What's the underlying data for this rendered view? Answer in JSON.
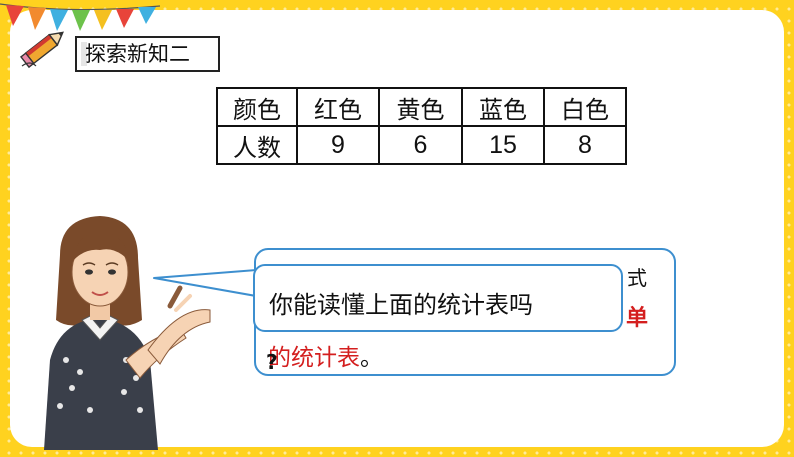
{
  "section_title": "探索新知二",
  "table": {
    "header_label": "颜色",
    "colors": [
      "红色",
      "黄色",
      "蓝色",
      "白色"
    ],
    "row_label": "人数",
    "counts": [
      "9",
      "6",
      "15",
      "8"
    ]
  },
  "bubble": {
    "question": "你能读懂上面的统计表吗",
    "question_mark": "?",
    "hidden_right_1": "式",
    "hidden_right_2": "单",
    "hidden_bottom_red": "的统计表",
    "hidden_bottom_period": "。"
  },
  "colors": {
    "background": "#FFD21F",
    "bubble_border": "#3D8FCF",
    "emphasis_red": "#D41E1E"
  }
}
